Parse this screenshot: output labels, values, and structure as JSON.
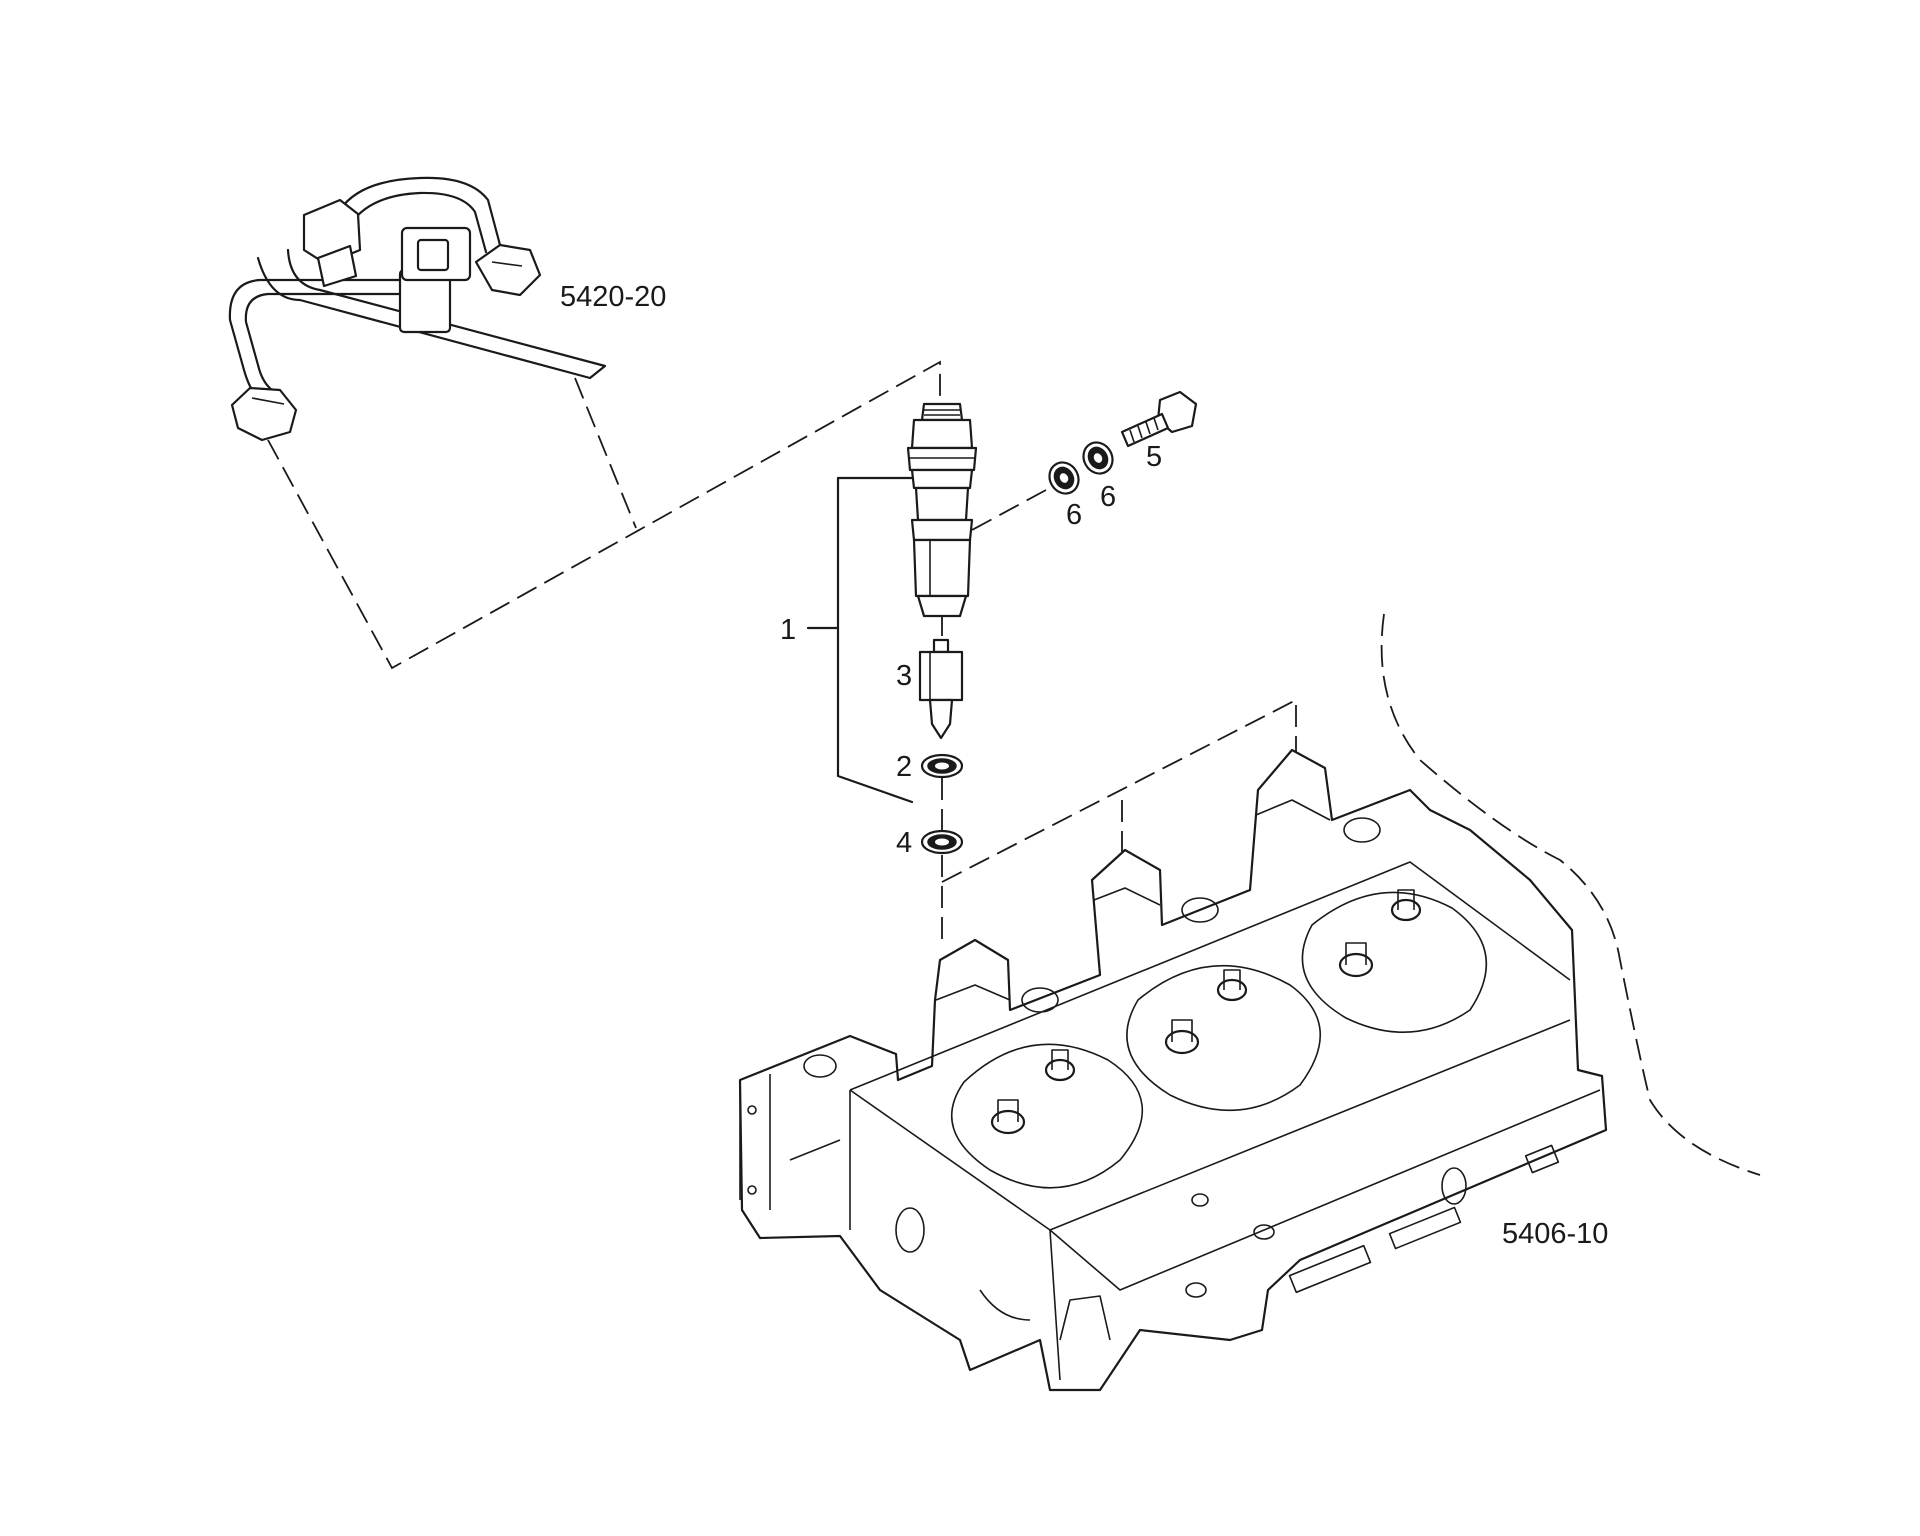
{
  "diagram": {
    "callouts": {
      "fuel_lines_ref": "5420-20",
      "cylinder_head_ref": "5406-10",
      "injector_assembly": "1",
      "washer_2": "2",
      "nozzle_3": "3",
      "washer_4": "4",
      "bolt_5": "5",
      "washer_6a": "6",
      "washer_6b": "6"
    }
  }
}
